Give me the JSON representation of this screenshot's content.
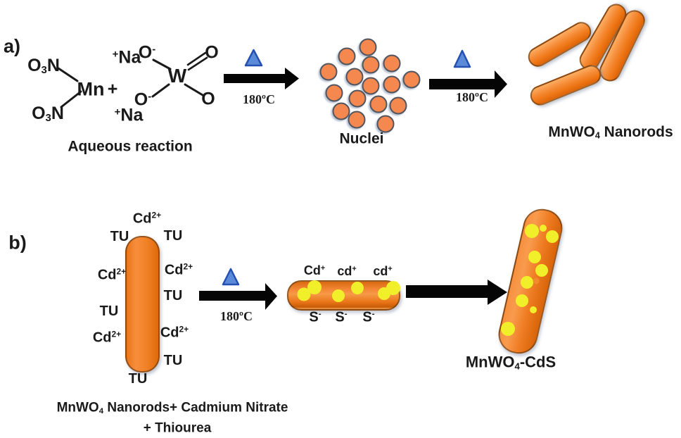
{
  "colors": {
    "background": "#FFFFFF",
    "text": "#1A1A1A",
    "arrow_black": "#050505",
    "heat_triangle_blue": "#5B8BD8",
    "heat_triangle_border": "#2450B4",
    "nucleus_orange": "#F5884E",
    "rod_orange": "#F1802A",
    "rod_highlight": "#FBAE63",
    "rod_dark": "#DD6409",
    "cds_yellow": "#F1EF29"
  },
  "counts": {
    "nuclei_dots": 16,
    "nanorods": 4,
    "cds_dots_intermediate": 6,
    "cds_dots_product": 10
  },
  "panel_a": {
    "label": "a)",
    "chem": {
      "no3": {
        "o": "O",
        "three": "3",
        "n": "N"
      },
      "mn": "Mn",
      "plus": "+",
      "na": {
        "sup": "+",
        "base": "Na"
      },
      "o_minus": {
        "base": "O",
        "sup": "-"
      },
      "w": "W",
      "o": "O"
    },
    "heat_icon": "delta-triangle",
    "step1_temp": "180ºC",
    "step2_temp": "180ºC",
    "captions": {
      "reactants": "Aqueous reaction",
      "nuclei": "Nuclei",
      "product": {
        "pre": "MnWO",
        "sub": "4",
        "post": " Nanorods"
      }
    }
  },
  "panel_b": {
    "label": "b)",
    "tu": "TU",
    "cd2": {
      "base": "Cd",
      "sup": "2+"
    },
    "heat_icon": "delta-triangle",
    "step_temp": "180ºC",
    "cd_sites": [
      {
        "base": "Cd",
        "sup": "+"
      },
      {
        "base": "cd",
        "sup": "+"
      },
      {
        "base": "cd",
        "sup": "+"
      }
    ],
    "s_sites": [
      {
        "base": "S",
        "sup": "-"
      },
      {
        "base": "S",
        "sup": "-"
      },
      {
        "base": "S",
        "sup": "-"
      }
    ],
    "captions": {
      "reactants_line1": {
        "pre": "MnWO",
        "sub": "4",
        "post": " Nanorods+ Cadmium Nitrate"
      },
      "reactants_line2": "+ Thiourea",
      "product": {
        "pre": "MnWO",
        "sub": "4",
        "post": "-CdS"
      }
    }
  }
}
